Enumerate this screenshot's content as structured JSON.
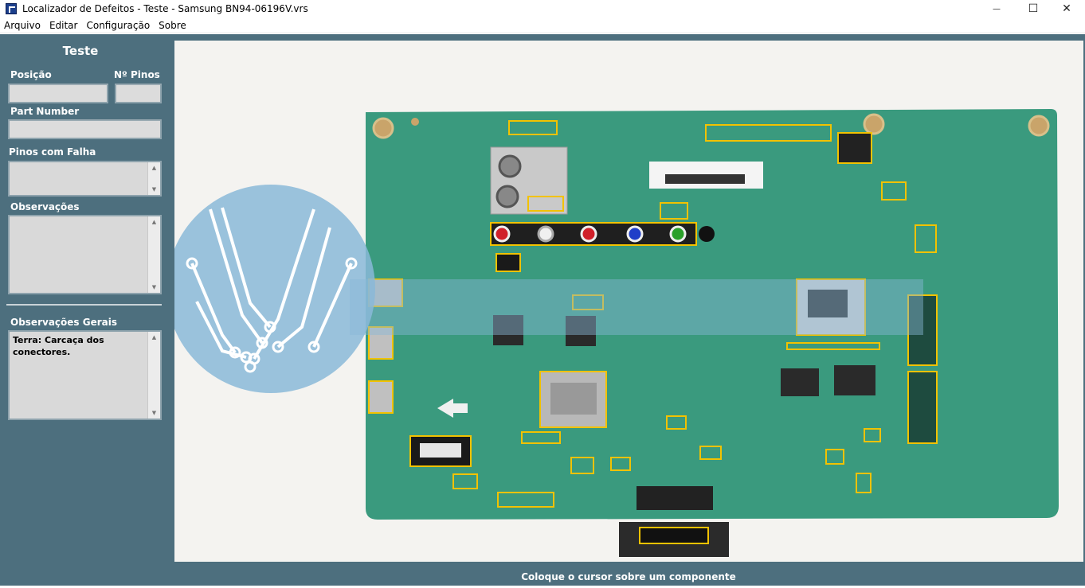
{
  "window": {
    "title": "Localizador de Defeitos - Teste - Samsung BN94-06196V.vrs",
    "minimize_symbol": "—",
    "maximize_symbol": "☐",
    "close_symbol": "✕"
  },
  "menu": {
    "items": [
      "Arquivo",
      "Editar",
      "Configuração",
      "Sobre"
    ]
  },
  "panel": {
    "title": "Teste",
    "posicao_label": "Posição",
    "posicao_value": "",
    "npinos_label": "Nº Pinos",
    "npinos_value": "",
    "partnumber_label": "Part Number",
    "partnumber_value": "",
    "pinos_falha_label": "Pinos com Falha",
    "pinos_falha_value": "",
    "observacoes_label": "Observações",
    "observacoes_value": "",
    "obs_gerais_label": "Observações Gerais",
    "obs_gerais_value": "Terra:  Carcaça dos conectores."
  },
  "status": {
    "message": "Coloque o cursor sobre um componente"
  },
  "colors": {
    "panel_bg": "#4d6f7e",
    "pcb_green": "#3a9a7e",
    "highlight": "#f2c200",
    "watermark": "#8ab8d8"
  },
  "icons": {
    "app": "app-icon",
    "scroll_up": "▲",
    "scroll_down": "▼"
  }
}
